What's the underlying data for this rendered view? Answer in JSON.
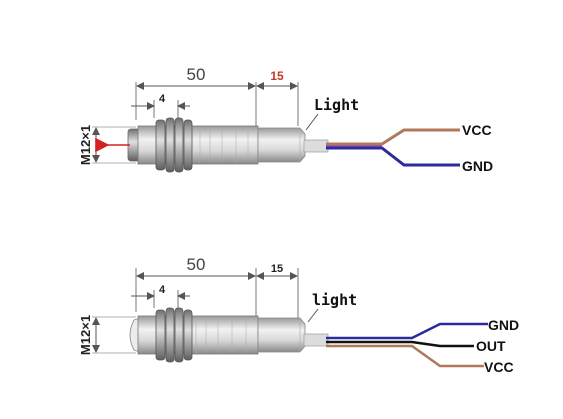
{
  "sensor_top": {
    "dim_overall": "50",
    "dim_tail": "15",
    "dim_nut": "4",
    "thread": "M12×1",
    "light_label": "Light",
    "wires": [
      {
        "label": "VCC",
        "color": "#b0795a"
      },
      {
        "label": "GND",
        "color": "#2b2b9e"
      }
    ],
    "emitter_color": "#d42020"
  },
  "sensor_bottom": {
    "dim_overall": "50",
    "dim_tail": "15",
    "dim_nut": "4",
    "thread": "M12×1",
    "light_label": "light",
    "wires": [
      {
        "label": "GND",
        "color": "#2b2b9e"
      },
      {
        "label": "OUT",
        "color": "#111111"
      },
      {
        "label": "VCC",
        "color": "#b0795a"
      }
    ]
  }
}
